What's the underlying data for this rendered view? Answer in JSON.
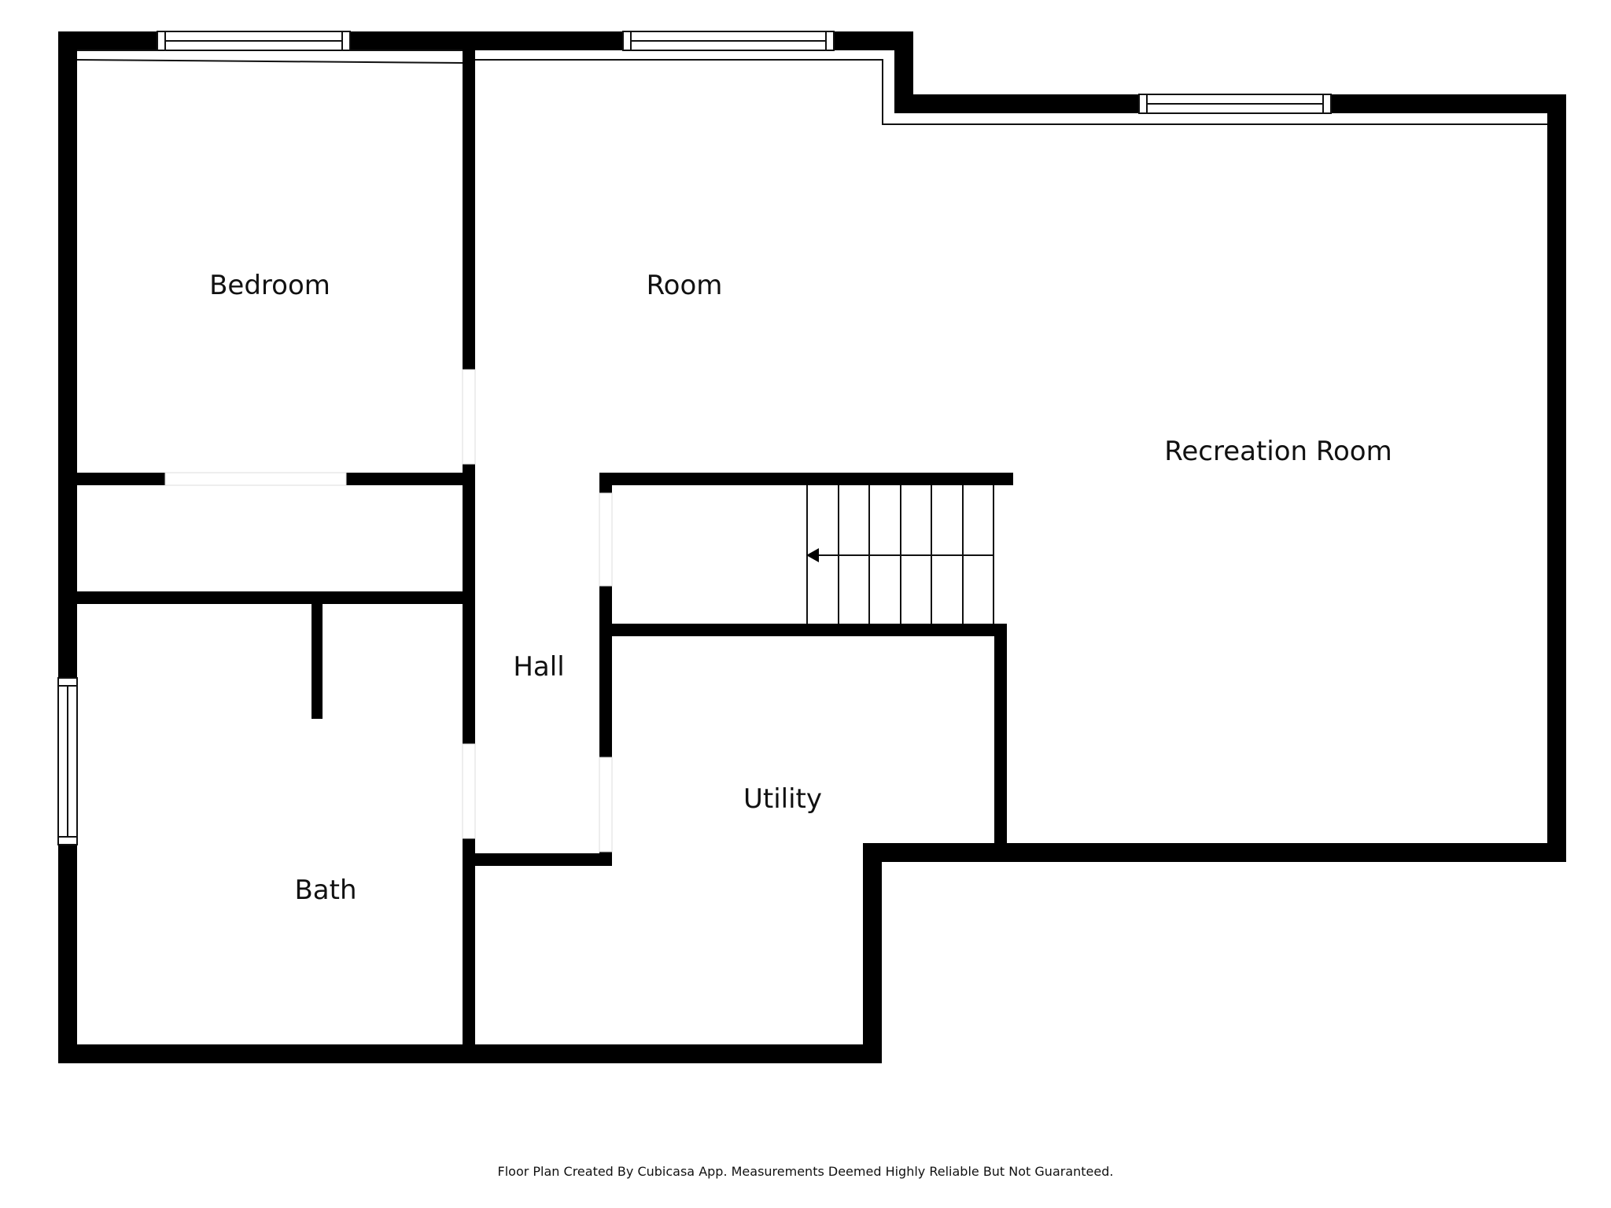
{
  "rooms": {
    "bedroom": "Bedroom",
    "room": "Room",
    "recreation_room": "Recreation Room",
    "hall": "Hall",
    "utility": "Utility",
    "bath": "Bath"
  },
  "footer": "Floor Plan Created By Cubicasa App. Measurements Deemed Highly Reliable But Not Guaranteed.",
  "colors": {
    "wall": "#000000",
    "background": "#ffffff",
    "line": "#111111"
  }
}
